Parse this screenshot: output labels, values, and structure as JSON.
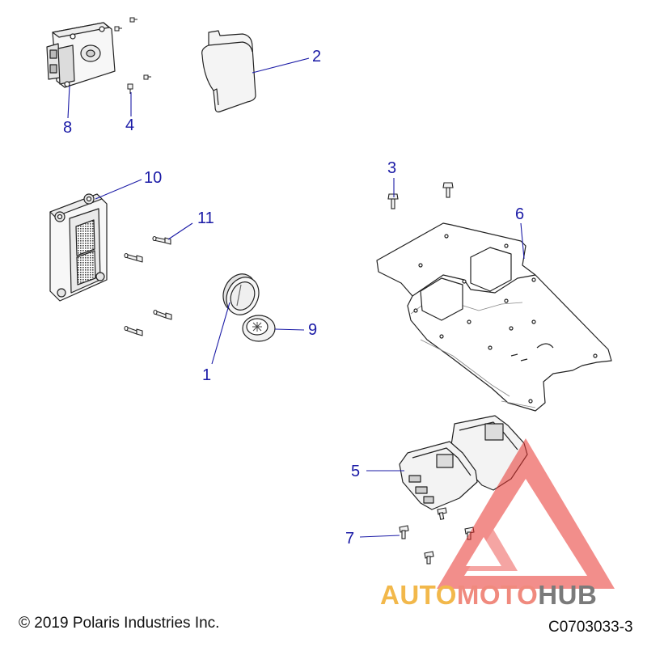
{
  "diagram": {
    "callouts": [
      {
        "id": "c1",
        "label": "1"
      },
      {
        "id": "c2",
        "label": "2"
      },
      {
        "id": "c3",
        "label": "3"
      },
      {
        "id": "c4",
        "label": "4"
      },
      {
        "id": "c5",
        "label": "5"
      },
      {
        "id": "c6",
        "label": "6"
      },
      {
        "id": "c7",
        "label": "7"
      },
      {
        "id": "c8",
        "label": "8"
      },
      {
        "id": "c9",
        "label": "9"
      },
      {
        "id": "c10",
        "label": "10"
      },
      {
        "id": "c11",
        "label": "11"
      }
    ],
    "copyright": "© 2019 Polaris Industries Inc.",
    "figure_code": "C0703033-3",
    "callout_color": "#1a1aa6"
  },
  "watermark": {
    "part1": "AUTO",
    "part2": "MOTO",
    "part3": "HUB",
    "color1": "#f2b84b",
    "color2": "#f08a7e",
    "color3": "#7a7a7a",
    "logo_color": "#e8332e"
  }
}
